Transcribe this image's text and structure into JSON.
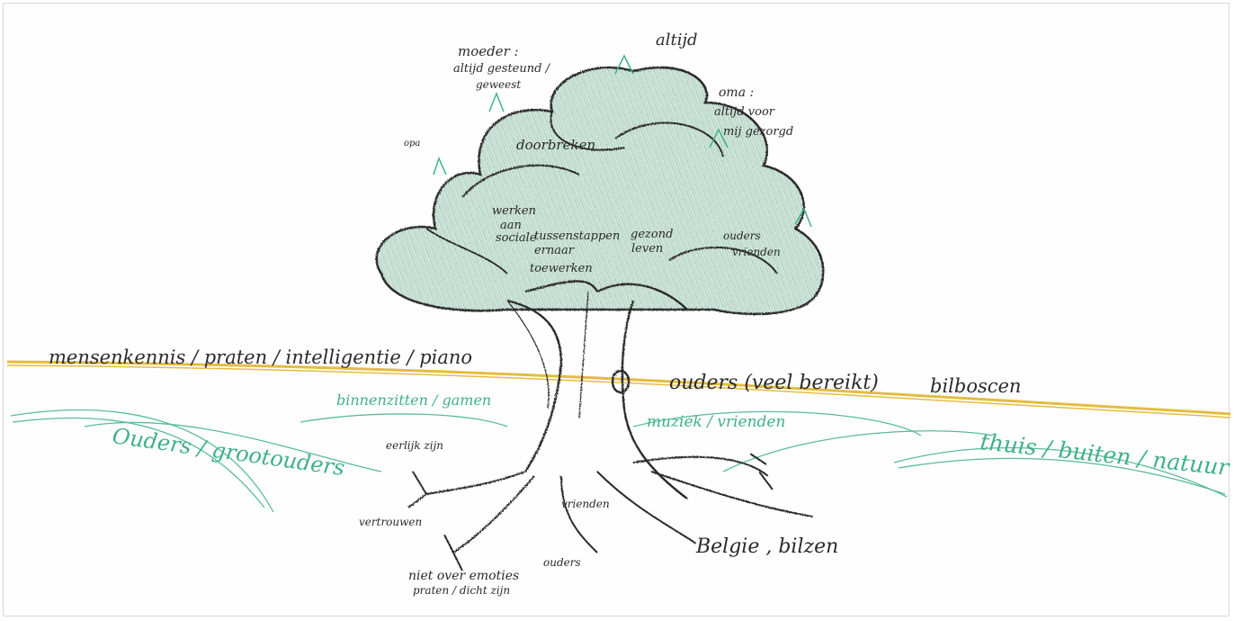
{
  "colors": {
    "paper": "#fefefe",
    "foliage": "#bcd9cc",
    "pencil": "#2a2a2a",
    "green_ink": "#3fb08a",
    "yellow_band": "#e3b52c"
  },
  "labels": {
    "top": "altijd",
    "mother": "moeder :",
    "mother2": "altijd gesteund /",
    "mother3": "geweest",
    "grandma": "oma :",
    "grandma2": "altijd voor",
    "grandma3": "mij gezorgd",
    "opa": "opa",
    "crown": "doorbreken",
    "leaf1": "werken",
    "leaf2": "aan",
    "leaf3": "sociale",
    "leaf4": "tussenstappen",
    "leaf5": "ernaar",
    "leaf6": "toewerken",
    "healthy1": "gezond",
    "healthy2": "leven",
    "parents": "ouders",
    "friends_leaf": "vrienden"
  },
  "yellow_line": {
    "left": "mensenkennis / praten / intelligentie / piano",
    "right1": "ouders (veel bereikt)",
    "right2": "bilboscen"
  },
  "green_line": {
    "left1": "binnenzitten / gamen",
    "left2": "Ouders / grootouders",
    "mid": "muziek / vrienden",
    "right": "thuis / buiten / natuur"
  },
  "roots": {
    "honest": "eerlijk zijn",
    "trust": "vertrouwen",
    "friends": "vrienden",
    "parents": "ouders",
    "place": "Belgie , bilzen",
    "emotions1": "niet over emoties",
    "emotions2": "praten / dicht zijn"
  }
}
